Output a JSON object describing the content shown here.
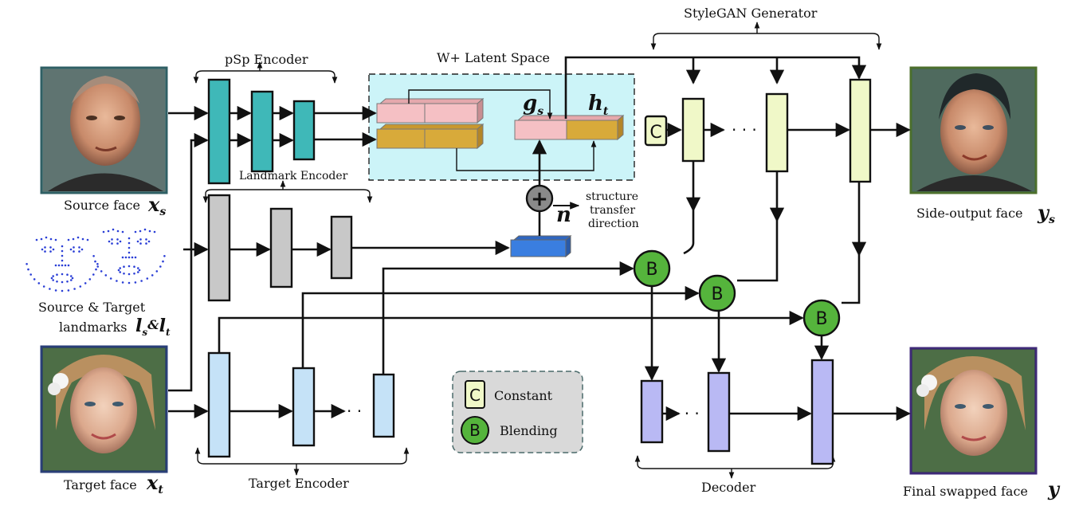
{
  "titles": {
    "stylegan_generator": "StyleGAN  Generator",
    "psp_encoder": "pSp Encoder",
    "wplus_latent_space": "W+ Latent Space",
    "landmark_encoder": "Landmark Encoder",
    "target_encoder": "Target Encoder",
    "decoder": "Decoder"
  },
  "faces": {
    "source": {
      "caption": "Source face",
      "symbol": "x",
      "subscript": "s"
    },
    "landmarks": {
      "caption_line1": "Source & Target",
      "caption_line2": "landmarks",
      "symbol_a": "l",
      "sub_a": "s",
      "amp": "&",
      "symbol_b": "l",
      "sub_b": "t"
    },
    "target": {
      "caption": "Target face",
      "symbol": "x",
      "subscript": "t"
    },
    "side_output": {
      "caption": "Side-output face",
      "symbol": "y",
      "subscript": "s"
    },
    "final": {
      "caption": "Final swapped face",
      "symbol": "y"
    }
  },
  "latent": {
    "g_symbol": "g",
    "g_sub": "s",
    "h_symbol": "h",
    "h_sub": "t",
    "n_symbol": "n",
    "direction_line1": "structure",
    "direction_line2": "transfer",
    "direction_line3": "direction",
    "plus": "+"
  },
  "nodes": {
    "constant_letter": "C",
    "blending_letter": "B",
    "ellipsis": "· · ·"
  },
  "legend": {
    "constant_letter": "C",
    "constant_label": "Constant",
    "blending_letter": "B",
    "blending_label": "Blending"
  },
  "colors": {
    "psp_teal": "#3fb8b8",
    "landmark_gray": "#c8c8c8",
    "target_blue": "#c5e2f7",
    "decoder_purple": "#b9b9f4",
    "generator_yellow": "#f0f8c8",
    "blend_green": "#55b43c",
    "latent_bg": "#ccf4f8",
    "latent_pink": "#f5c0c4",
    "latent_gold": "#d8aa3a",
    "n_vector_blue": "#3a7ee0",
    "legend_bg": "#d9d9d9"
  },
  "icons": [
    "plus-circle-icon",
    "arrow-icon",
    "person-photo-icon"
  ]
}
